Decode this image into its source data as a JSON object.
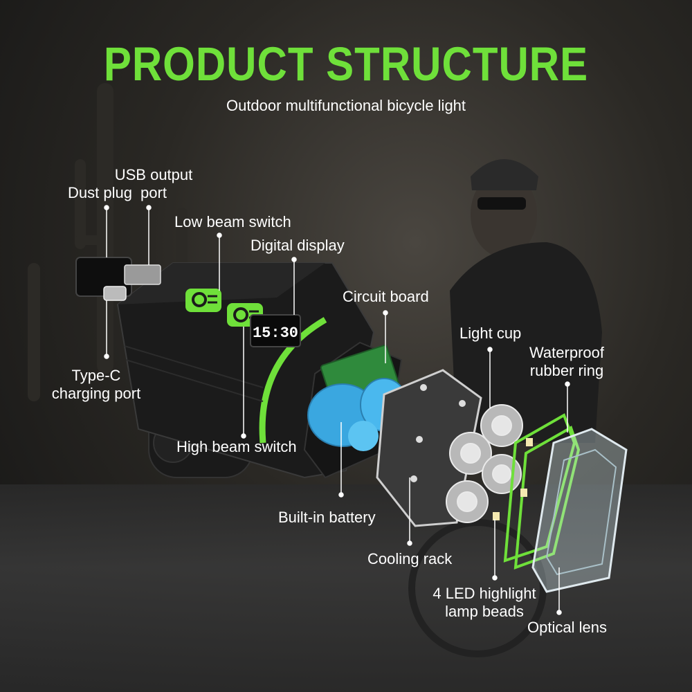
{
  "header": {
    "title": "PRODUCT STRUCTURE",
    "subtitle": "Outdoor multifunctional bicycle light"
  },
  "display": {
    "time": "15:30"
  },
  "labels": {
    "dust_plug": "Dust plug",
    "usb_output_port_line1": "USB output",
    "usb_output_port_line2": "port",
    "low_beam_switch": "Low beam switch",
    "digital_display": "Digital display",
    "circuit_board": "Circuit board",
    "light_cup": "Light cup",
    "waterproof_ring_line1": "Waterproof",
    "waterproof_ring_line2": "rubber ring",
    "type_c_line1": "Type-C",
    "type_c_line2": "charging port",
    "high_beam_switch": "High beam switch",
    "built_in_battery": "Built-in battery",
    "cooling_rack": "Cooling rack",
    "led_beads_line1": "4 LED highlight",
    "led_beads_line2": "lamp beads",
    "optical_lens": "Optical lens"
  },
  "colors": {
    "accent": "#6fe03a",
    "battery": "#3aa7e0",
    "pcb": "#2f8a3c"
  }
}
